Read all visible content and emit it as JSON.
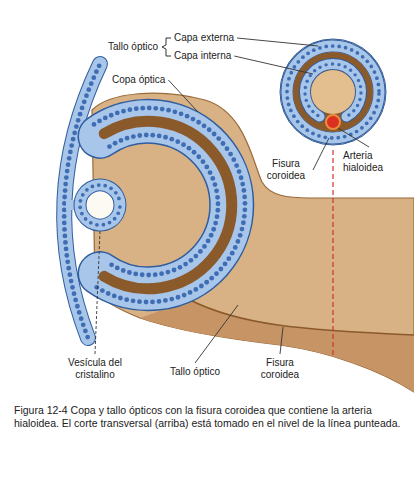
{
  "diagram": {
    "caption": "Figura 12-4 Copa y tallo ópticos con la fisura coroidea que contiene la arteria hialoidea. El corte transversal (arriba) está tomado en el nivel de la línea punteada.",
    "labels": [
      "Capa externa",
      "Tallo óptico",
      "Capa interna",
      "Copa óptica",
      "Arteria hialoidea",
      "Fisura coroidea",
      "Vesícula del cristalino",
      "Tallo óptico",
      "Fisura coroidea"
    ]
  }
}
